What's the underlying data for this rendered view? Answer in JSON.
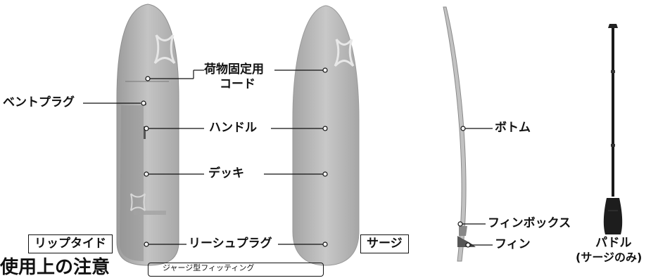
{
  "labels": {
    "cargo_cord_line1": "荷物固定用",
    "cargo_cord_line2": "コード",
    "vent_plug": "ベントプラグ",
    "handle": "ハンドル",
    "deck": "デッキ",
    "leash_plug": "リーシュプラグ",
    "bottom": "ボトム",
    "fin_box": "フィンボックス",
    "fin": "フィン",
    "paddle_line1": "パドル",
    "paddle_line2": "(サージのみ)"
  },
  "board_names": {
    "rip_tide": "リップタイド",
    "surge": "サージ"
  },
  "footer": {
    "heading": "使用上の注意",
    "note": "ジャージ型フィッティング"
  },
  "colors": {
    "board": "#b9b9b9",
    "board_edge": "#9e9e9e",
    "board_dark": "#8f8f8f",
    "line": "#111111"
  }
}
